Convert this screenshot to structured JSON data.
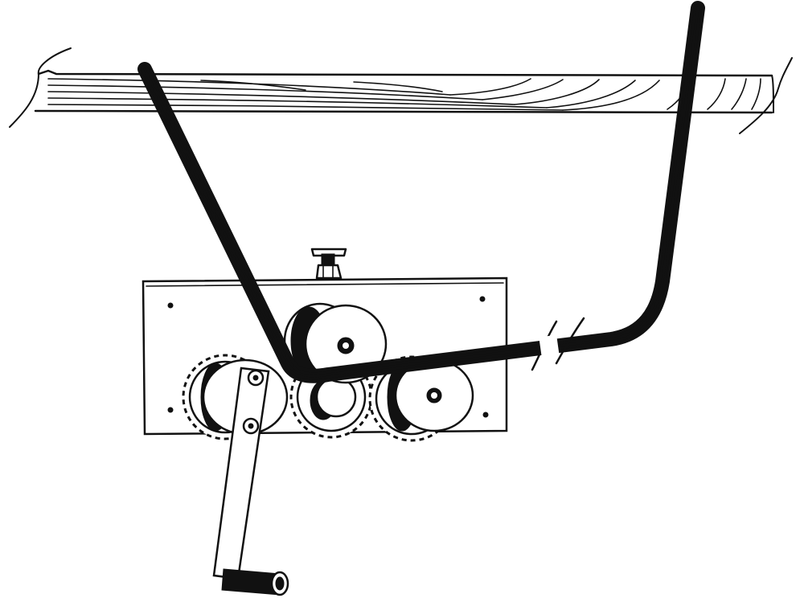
{
  "figure": {
    "style": "line-art",
    "ink_color": "#111111",
    "background_color": "#ffffff",
    "components": [
      {
        "name": "wooden-beam",
        "icon": "wood-grain-beam"
      },
      {
        "name": "bent-tube",
        "icon": "bent-pipe"
      },
      {
        "name": "mounting-plate",
        "icon": "rectangular-plate"
      },
      {
        "name": "adjustment-knob",
        "icon": "wing-knob"
      },
      {
        "name": "upper-pressure-roller",
        "icon": "roller"
      },
      {
        "name": "left-sprocket-roller",
        "icon": "sprocket-roller"
      },
      {
        "name": "center-idler-gear",
        "icon": "small-sprocket"
      },
      {
        "name": "right-sprocket-roller",
        "icon": "sprocket-roller"
      },
      {
        "name": "hand-crank",
        "icon": "crank-handle"
      }
    ]
  }
}
